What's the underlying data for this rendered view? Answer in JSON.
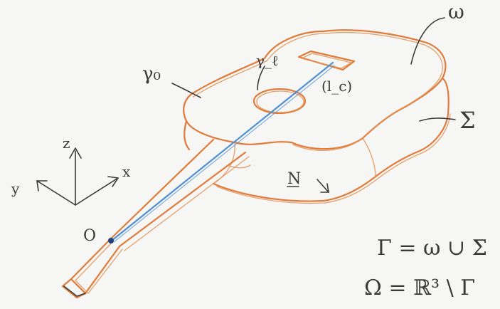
{
  "labels": {
    "omega_small": "ω",
    "gamma_o": "γ₀",
    "gamma_l": "γ_ℓ",
    "lc": "(l_c)",
    "sigma": "Σ",
    "normal": "N",
    "axis_x": "x",
    "axis_y": "y",
    "axis_z": "z",
    "origin": "O",
    "eq_gamma": "Γ = ω ∪ Σ",
    "eq_omega": "Ω = ℝ³ \\ Γ"
  },
  "colors": {
    "background": "#f6f6f4",
    "guitar_outline": "#e07b3a",
    "string_line": "#4f8fd6",
    "pencil": "#3a3a3a"
  }
}
